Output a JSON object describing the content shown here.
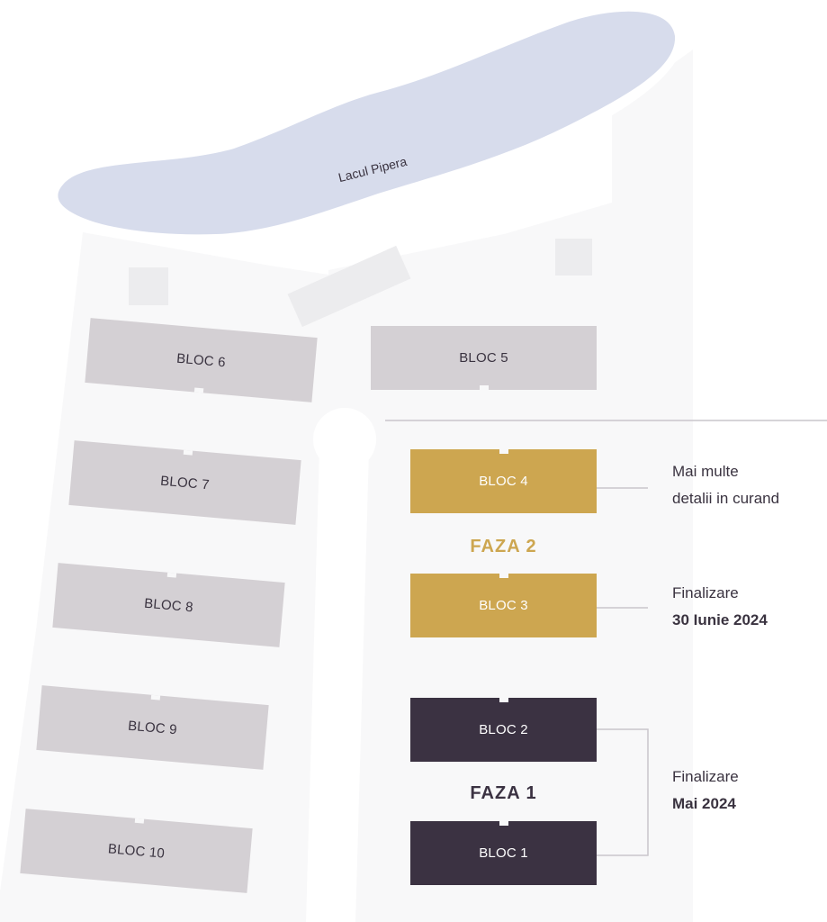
{
  "lake": {
    "label": "Lacul Pipera"
  },
  "blocks": {
    "bloc1": "BLOC 1",
    "bloc2": "BLOC 2",
    "bloc3": "BLOC 3",
    "bloc4": "BLOC 4",
    "bloc5": "BLOC 5",
    "bloc6": "BLOC 6",
    "bloc7": "BLOC 7",
    "bloc8": "BLOC 8",
    "bloc9": "BLOC 9",
    "bloc10": "BLOC 10"
  },
  "phases": {
    "faza1": {
      "label": "FAZA 1",
      "color": "#3b3242"
    },
    "faza2": {
      "label": "FAZA 2",
      "color": "#cda650"
    }
  },
  "notes": {
    "bloc4": {
      "line1": "Mai multe",
      "line2": "detalii in curand"
    },
    "bloc3": {
      "line1": "Finalizare",
      "line2": "30 Iunie 2024"
    },
    "faza1": {
      "line1": "Finalizare",
      "line2": "Mai 2024"
    }
  },
  "colors": {
    "grey_block": "#d4d0d4",
    "gold_block": "#cda650",
    "dark_block": "#3b3242",
    "lake": "#d7dcec",
    "site": "#f8f8f9"
  }
}
